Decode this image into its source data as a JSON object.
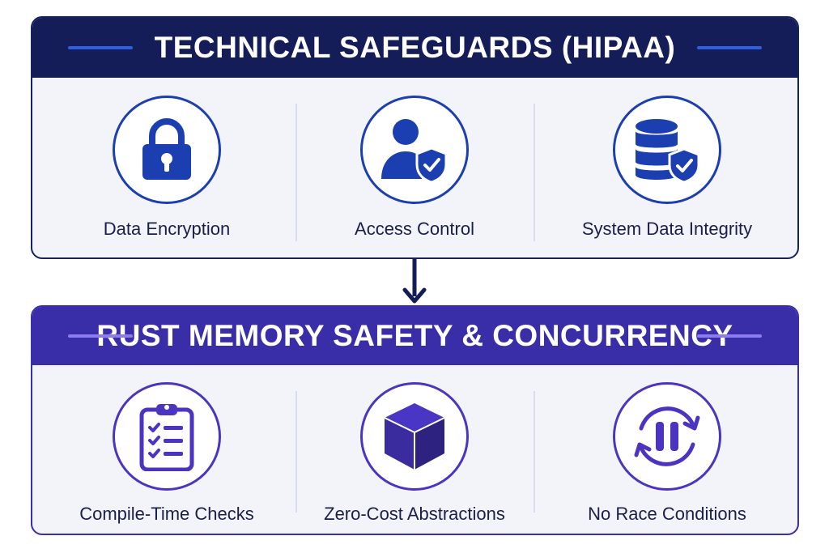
{
  "colors": {
    "top_header": "#141d57",
    "top_accent": "#1b3fb0",
    "bottom_header": "#3a2da8",
    "bottom_accent": "#4b35c0",
    "panel_bg": "#f3f4fa"
  },
  "top_panel": {
    "title": "TECHNICAL SAFEGUARDS (HIPAA)",
    "items": [
      {
        "label": "Data Encryption",
        "icon": "lock-icon"
      },
      {
        "label": "Access Control",
        "icon": "user-shield-icon"
      },
      {
        "label": "System Data Integrity",
        "icon": "database-shield-icon"
      }
    ]
  },
  "bottom_panel": {
    "title": "RUST MEMORY SAFETY & CONCURRENCY",
    "items": [
      {
        "label": "Compile-Time Checks",
        "icon": "clipboard-checklist-icon"
      },
      {
        "label": "Zero-Cost Abstractions",
        "icon": "cube-icon"
      },
      {
        "label": "No Race Conditions",
        "icon": "sync-pause-icon"
      }
    ]
  }
}
